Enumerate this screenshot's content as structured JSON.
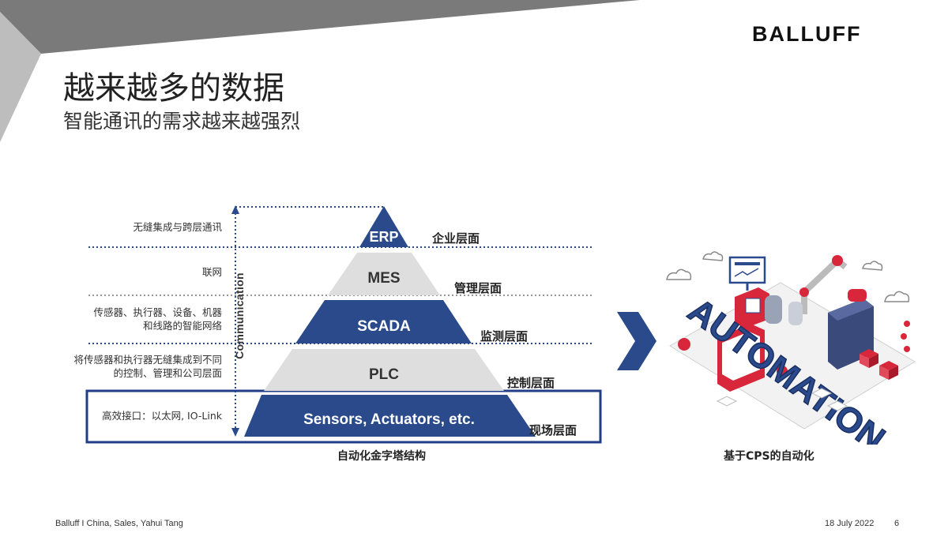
{
  "header": {
    "logo": "BALLUFF",
    "title": "越来越多的数据",
    "subtitle": "智能通讯的需求越来越强烈"
  },
  "pyramid": {
    "levels": [
      {
        "label": "ERP",
        "name": "企业层面",
        "description": [
          "无缝集成与跨层通讯"
        ]
      },
      {
        "label": "MES",
        "name": "管理层面",
        "description": [
          "联网"
        ]
      },
      {
        "label": "SCADA",
        "name": "监测层面",
        "description": [
          "传感器、执行器、设备、机器",
          "和线路的智能网络"
        ]
      },
      {
        "label": "PLC",
        "name": "控制层面",
        "description": [
          "将传感器和执行器无缝集成到不同",
          "的控制、管理和公司层面"
        ]
      },
      {
        "label": "Sensors, Actuators, etc.",
        "name": "现场层面",
        "description": [
          "高效接口：以太网, IO-Link"
        ]
      }
    ],
    "axis_label": "Communication",
    "caption": "自动化金字塔结构",
    "colors": {
      "dark": "#2a4a8c",
      "light": "#dedede",
      "frame": "#1f3e85"
    }
  },
  "illustration": {
    "word": "AUTOMATION",
    "caption": "基于CPS的自动化"
  },
  "footer": {
    "left": "Balluff   I China, Sales, Yahui Tang",
    "date": "18 July 2022",
    "page": "6"
  }
}
